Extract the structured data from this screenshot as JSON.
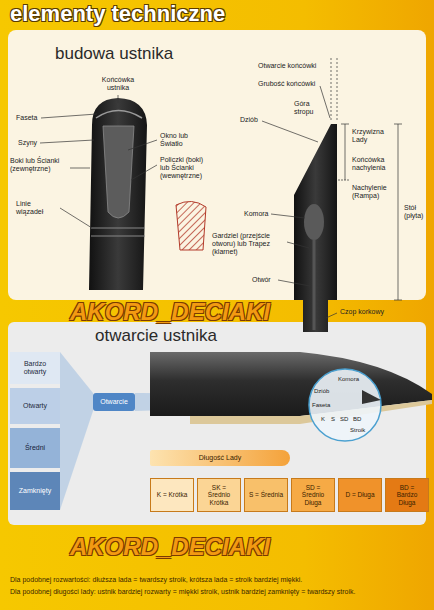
{
  "diagram": {
    "title": "elementy techniczne",
    "nodes": [
      {
        "text": [
          "Bardzo otwarty"
        ]
      },
      {
        "text": [
          "Otwarty"
        ]
      },
      {
        "text": [
          "Średni"
        ]
      },
      {
        "text": [
          "Zamknięty"
        ]
      },
      {
        "text": [
          "Otwarcie"
        ]
      },
      {
        "text": [
          "Długość Lady"
        ]
      },
      {
        "text": [
          "K = Krótka"
        ]
      },
      {
        "text": [
          "SK = Średnio Krótka"
        ]
      },
      {
        "text": [
          "S = Średnia"
        ]
      },
      {
        "text": [
          "SD = Średnio Długa"
        ]
      },
      {
        "text": [
          "D = Długa"
        ]
      },
      {
        "text": [
          "BD = Bardzo Długa"
        ]
      }
    ],
    "labels": [
      "budowa ustnika",
      "Końcówka ustnika",
      "Faseta",
      "Szyny",
      "Boki lub Ścianki (zewnętrzne)",
      "Linie wiązadeł",
      "Okno lub Światło",
      "Policzki (boki) lub Ścianki (wewnętrzne)",
      "Otwarcie końcówki",
      "Grubość końcówki",
      "Dziób",
      "Góra stropu",
      "Krzywizna Lady",
      "Końcówka nachylenia",
      "Nachylenie (Rampa)",
      "Stół (płyta)",
      "Komora",
      "Gardziel (przejście otworu) lub Trapez (klarnet)",
      "Otwór",
      "Czop korkowy",
      "AKORD_DECIAKI",
      "otwarcie ustnika",
      "Komora",
      "Dziób",
      "Faseta",
      "K",
      "S",
      "SD",
      "BD",
      "Stroik",
      "AKORD_DECIAKI",
      "Dla podobnej rozwartości: dłuższa lada = twardszy stroik, krótsza lada = stroik bardziej miękki.",
      "Dla podobnej długości lady: ustnik bardziej rozwarty = miękki stroik, ustnik bardziej zamknięty = twardszy stroik."
    ]
  }
}
